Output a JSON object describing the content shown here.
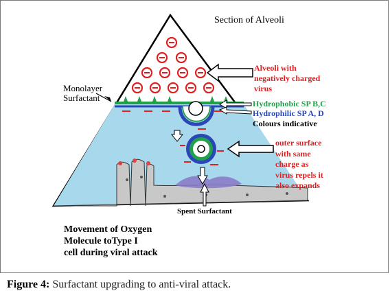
{
  "labels": {
    "section_title": "Section of Alveoli",
    "monolayer": "Monolayer\nSurfactant",
    "alveoli_virus": "Alveoli with\nnegatively charged\nvirus",
    "hydrophobic": "Hydrophobic  SP B,C",
    "hydrophilic": "Hydrophilic SP A, D",
    "colours": "Colours indicative",
    "outer_surface": "outer surface\nwith same\ncharge as\nvirus repels it\nalso expands",
    "spent": "Spent Surfactant",
    "movement": "Movement of Oxygen\nMolecule toType I\ncell  during viral attack"
  },
  "caption": {
    "figure": "Figure 4:",
    "text": "  Surfactant upgrading to anti-viral attack."
  },
  "colors": {
    "liquid": "#a8d8ec",
    "cell": "#c8c8c8",
    "virus_red": "#e02020",
    "hydrophobic_green": "#22a04a",
    "hydrophilic_blue": "#2a47b8",
    "spent_purple": "#8a78c8"
  }
}
